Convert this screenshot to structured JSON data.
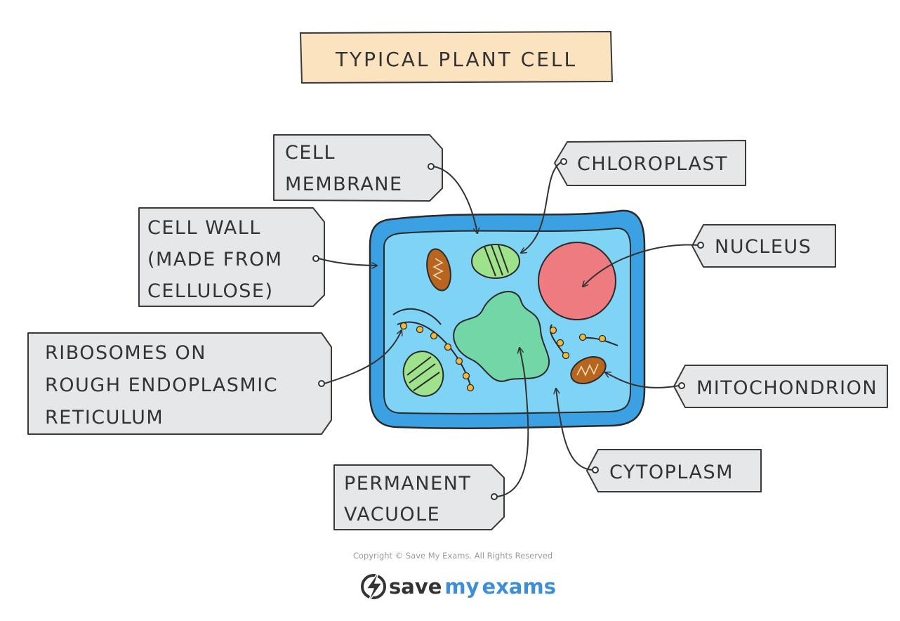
{
  "title": "TYPICAL PLANT CELL",
  "labels": {
    "cell_membrane": [
      "CELL",
      "MEMBRANE"
    ],
    "cell_wall": [
      "CELL WALL",
      "(MADE FROM",
      "CELLULOSE)"
    ],
    "ribosomes": [
      "RIBOSOMES ON",
      "ROUGH ENDOPLASMIC",
      "RETICULUM"
    ],
    "permanent_vacuole": [
      "PERMANENT",
      "VACUOLE"
    ],
    "chloroplast": [
      "CHLOROPLAST"
    ],
    "nucleus": [
      "NUCLEUS"
    ],
    "mitochondrion": [
      "MITOCHONDRION"
    ],
    "cytoplasm": [
      "CYTOPLASM"
    ]
  },
  "copyright": "Copyright © Save My Exams. All Rights Reserved",
  "brand": {
    "save": "save",
    "my": "my",
    "exams": "exams"
  },
  "colors": {
    "title_fill": "#fbe3c0",
    "tag_fill": "#e6e7e8",
    "cell_wall": "#3ba1e3",
    "cytoplasm": "#7fd3f5",
    "nucleus": "#ee7b7f",
    "vacuole": "#72d6a6",
    "chloroplast": "#9fe28c",
    "mitochondrion": "#b8651f",
    "ribosome": "#f2b93b",
    "brand_dark": "#333333",
    "brand_blue": "#3c8fd6"
  }
}
